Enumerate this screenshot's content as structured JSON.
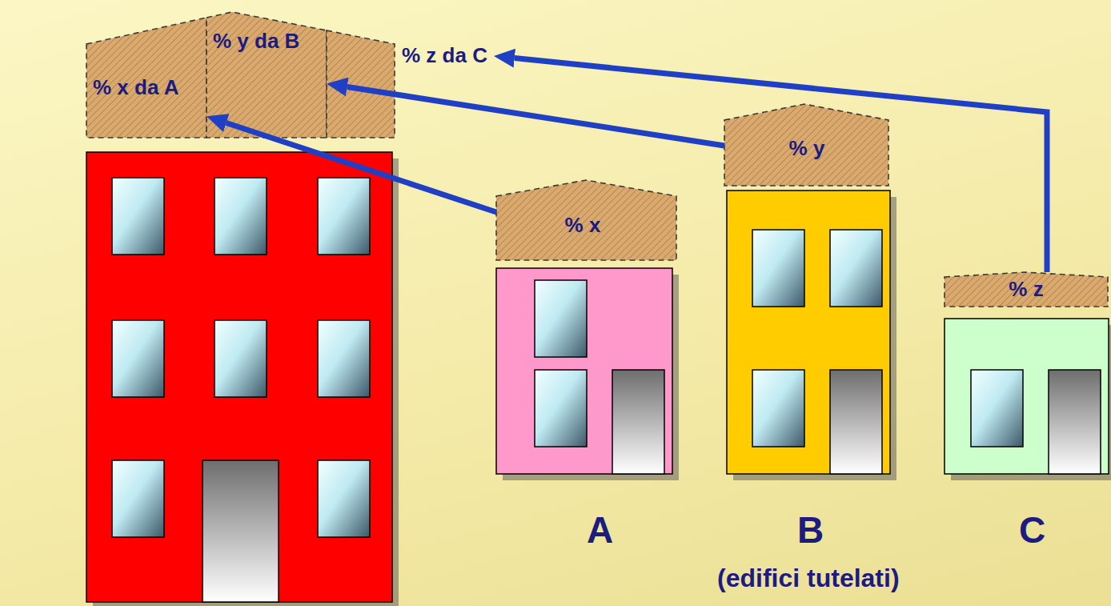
{
  "diagram": {
    "nodes": [
      {
        "text": [
          "% x da A"
        ]
      },
      {
        "text": [
          "% y da B"
        ]
      },
      {
        "text": [
          "% z da C"
        ]
      },
      {
        "text": [
          "% x"
        ]
      },
      {
        "text": [
          "% y"
        ]
      },
      {
        "text": [
          "% z"
        ]
      }
    ],
    "edges": [
      {
        "from": 3,
        "to": 0,
        "arrow": "to"
      },
      {
        "from": 4,
        "to": 1,
        "arrow": "to"
      },
      {
        "from": 5,
        "to": 2,
        "arrow": "to"
      }
    ],
    "labels": [
      "A",
      "B",
      "C",
      "(edifici tutelati)"
    ]
  }
}
